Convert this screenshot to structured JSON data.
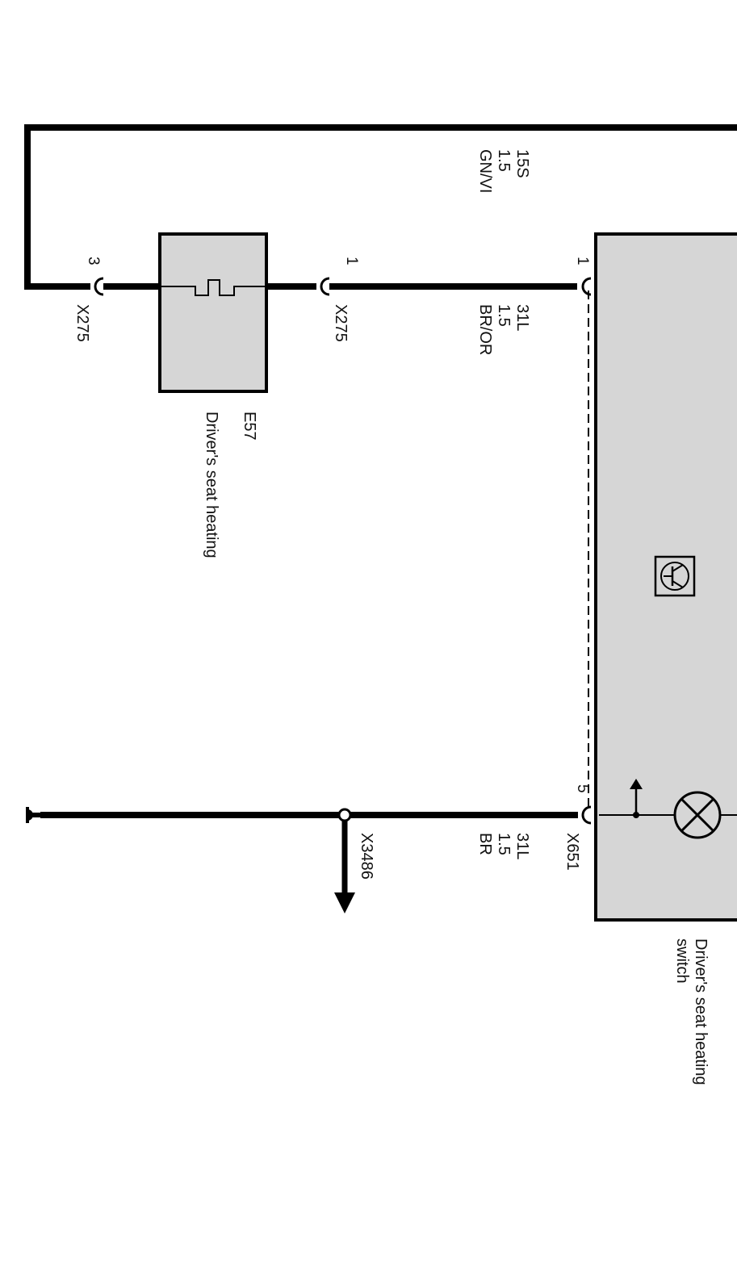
{
  "wires": {
    "top": {
      "circuit": "15S",
      "size": "1.5",
      "color_code": "GN/VI"
    },
    "heater_to_switch": {
      "circuit": "31L",
      "size": "1.5",
      "color_code": "BR/OR"
    },
    "ground": {
      "circuit": "31L",
      "size": "1.5",
      "color_code": "BR"
    }
  },
  "connectors": {
    "x275_left": {
      "id": "X275",
      "pin": "3"
    },
    "x275_right": {
      "id": "X275",
      "pin": "1"
    },
    "switch_pin1": {
      "pin": "1"
    },
    "switch_pin5": {
      "id": "X651",
      "pin": "5"
    },
    "splice": {
      "id": "X3486"
    }
  },
  "components": {
    "heater": {
      "id": "E57",
      "name": "Driver's seat heating"
    },
    "switch": {
      "name_line1": "Driver's seat heating",
      "name_line2": "switch"
    }
  },
  "icons": [
    "transistor-icon",
    "lamp-icon",
    "heating-element-icon",
    "ground-symbol-icon",
    "arrow-icon"
  ]
}
